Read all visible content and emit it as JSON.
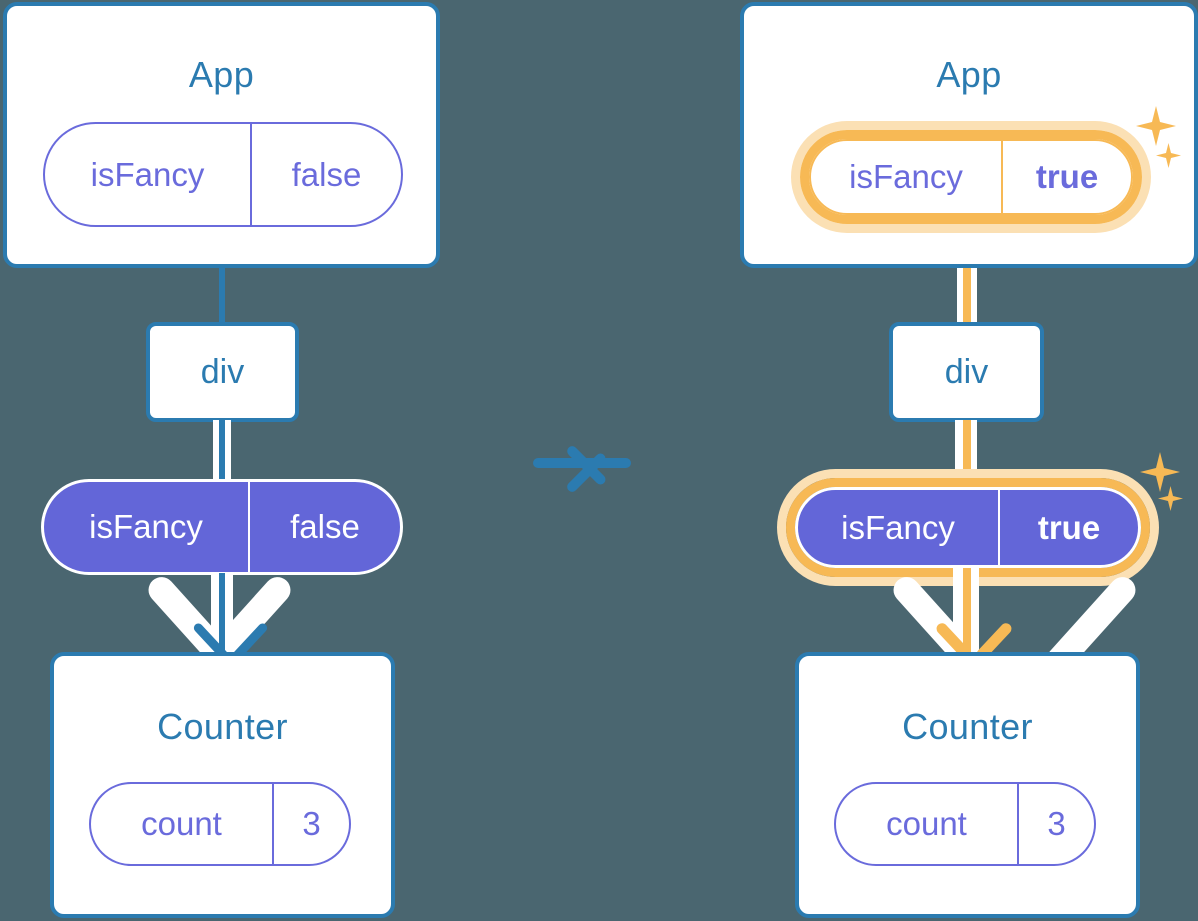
{
  "diagram": {
    "title": "React state lifting diagram",
    "background_color": "#4A6670",
    "accent_blue": "#2B7BB0",
    "accent_purple": "#6366D8",
    "accent_orange": "#F7B955",
    "accent_orange_pale": "#FBE0B4"
  },
  "transition": {
    "icon": "right-arrow-icon",
    "color": "#2B7BB0"
  },
  "before": {
    "app": {
      "title": "App",
      "state": {
        "key": "isFancy",
        "value": "false"
      }
    },
    "div": {
      "label": "div"
    },
    "prop": {
      "key": "isFancy",
      "value": "false"
    },
    "counter": {
      "title": "Counter",
      "state": {
        "key": "count",
        "value": "3"
      }
    }
  },
  "after": {
    "app": {
      "title": "App",
      "state": {
        "key": "isFancy",
        "value": "true"
      }
    },
    "div": {
      "label": "div"
    },
    "prop": {
      "key": "isFancy",
      "value": "true"
    },
    "counter": {
      "title": "Counter",
      "state": {
        "key": "count",
        "value": "3"
      }
    },
    "sparkles": [
      {
        "name": "sparkle-large-app"
      },
      {
        "name": "sparkle-small-app"
      },
      {
        "name": "sparkle-large-prop"
      },
      {
        "name": "sparkle-small-prop"
      }
    ]
  }
}
